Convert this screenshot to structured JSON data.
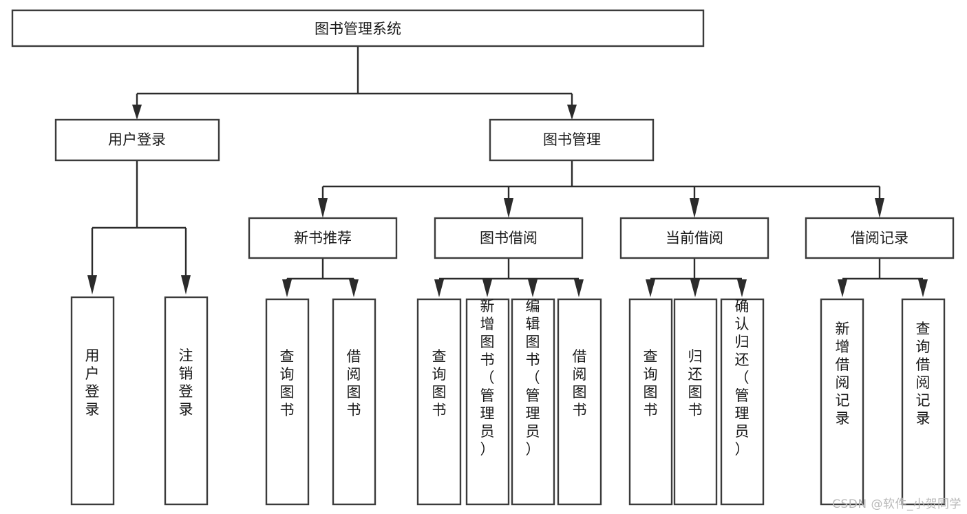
{
  "diagram": {
    "title": "图书管理系统",
    "type": "tree-hierarchy",
    "root": {
      "id": "root",
      "label": "图书管理系统",
      "orientation": "horizontal"
    },
    "level1": [
      {
        "id": "user-login",
        "label": "用户登录",
        "orientation": "horizontal"
      },
      {
        "id": "book-manage",
        "label": "图书管理",
        "orientation": "horizontal"
      }
    ],
    "level2": [
      {
        "id": "new-book-rec",
        "label": "新书推荐",
        "parent": "book-manage",
        "orientation": "horizontal"
      },
      {
        "id": "book-borrow",
        "label": "图书借阅",
        "parent": "book-manage",
        "orientation": "horizontal"
      },
      {
        "id": "current-borrow",
        "label": "当前借阅",
        "parent": "book-manage",
        "orientation": "horizontal"
      },
      {
        "id": "borrow-record",
        "label": "借阅记录",
        "parent": "book-manage",
        "orientation": "horizontal"
      }
    ],
    "leaves": [
      {
        "id": "leaf-user-login",
        "label": "用户登录",
        "parent": "user-login",
        "orientation": "vertical"
      },
      {
        "id": "leaf-user-logout",
        "label": "注销登录",
        "parent": "user-login",
        "orientation": "vertical"
      },
      {
        "id": "leaf-query-book-1",
        "label": "查询图书",
        "parent": "new-book-rec",
        "orientation": "vertical"
      },
      {
        "id": "leaf-borrow-book-1",
        "label": "借阅图书",
        "parent": "new-book-rec",
        "orientation": "vertical"
      },
      {
        "id": "leaf-query-book-2",
        "label": "查询图书",
        "parent": "book-borrow",
        "orientation": "vertical"
      },
      {
        "id": "leaf-add-book",
        "label": "新增图书（管理员）",
        "parent": "book-borrow",
        "orientation": "vertical"
      },
      {
        "id": "leaf-edit-book",
        "label": "编辑图书（管理员）",
        "parent": "book-borrow",
        "orientation": "vertical"
      },
      {
        "id": "leaf-borrow-book-2",
        "label": "借阅图书",
        "parent": "book-borrow",
        "orientation": "vertical"
      },
      {
        "id": "leaf-query-book-3",
        "label": "查询图书",
        "parent": "current-borrow",
        "orientation": "vertical"
      },
      {
        "id": "leaf-return-book",
        "label": "归还图书",
        "parent": "current-borrow",
        "orientation": "vertical"
      },
      {
        "id": "leaf-confirm-return",
        "label": "确认归还（管理员）",
        "parent": "current-borrow",
        "orientation": "vertical"
      },
      {
        "id": "leaf-add-record",
        "label": "新增借阅记录",
        "parent": "borrow-record",
        "orientation": "vertical"
      },
      {
        "id": "leaf-query-record",
        "label": "查询借阅记录",
        "parent": "borrow-record",
        "orientation": "vertical"
      }
    ],
    "colors": {
      "box_fill": "#ffffff",
      "box_stroke": "#3b3b3b",
      "line": "#2b2b2b",
      "text": "#1a1a1a",
      "watermark": "#b8b8b8",
      "background": "#ffffff"
    }
  },
  "watermark": {
    "text": "CSDN @软件_小贺同学"
  }
}
